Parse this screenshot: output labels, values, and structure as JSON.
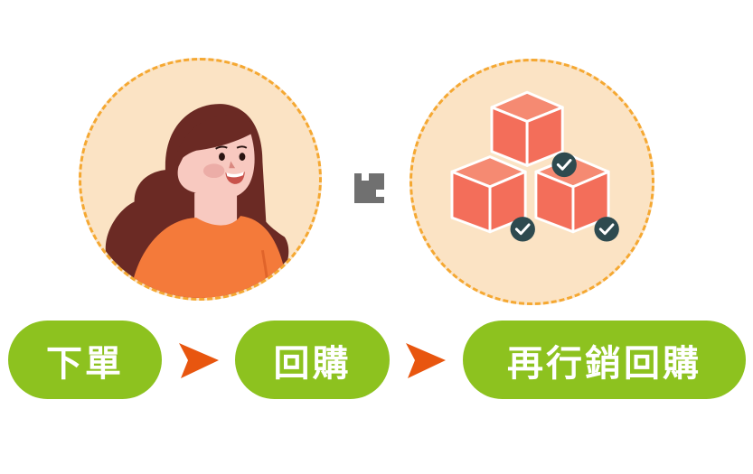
{
  "colors": {
    "circle_fill": "#FBE3C4",
    "circle_border": "#F5A832",
    "pill_green": "#8DC21F",
    "arrow_orange": "#E8560F",
    "box_coral": "#F36E5A",
    "check_dark": "#2E4A4F",
    "hair": "#6B2A24",
    "shirt": "#F47A3A",
    "skin": "#F8C9C0",
    "mid_icon_gray": "#707070"
  },
  "illustrations": {
    "left": "customer-woman-illustration",
    "middle": "gray-block-icon",
    "right": "boxes-with-checkmarks-illustration"
  },
  "flow": {
    "steps": [
      {
        "label": "下單"
      },
      {
        "label": "回購"
      },
      {
        "label": "再行銷回購"
      }
    ],
    "arrow_icon": "play-arrow-icon"
  }
}
